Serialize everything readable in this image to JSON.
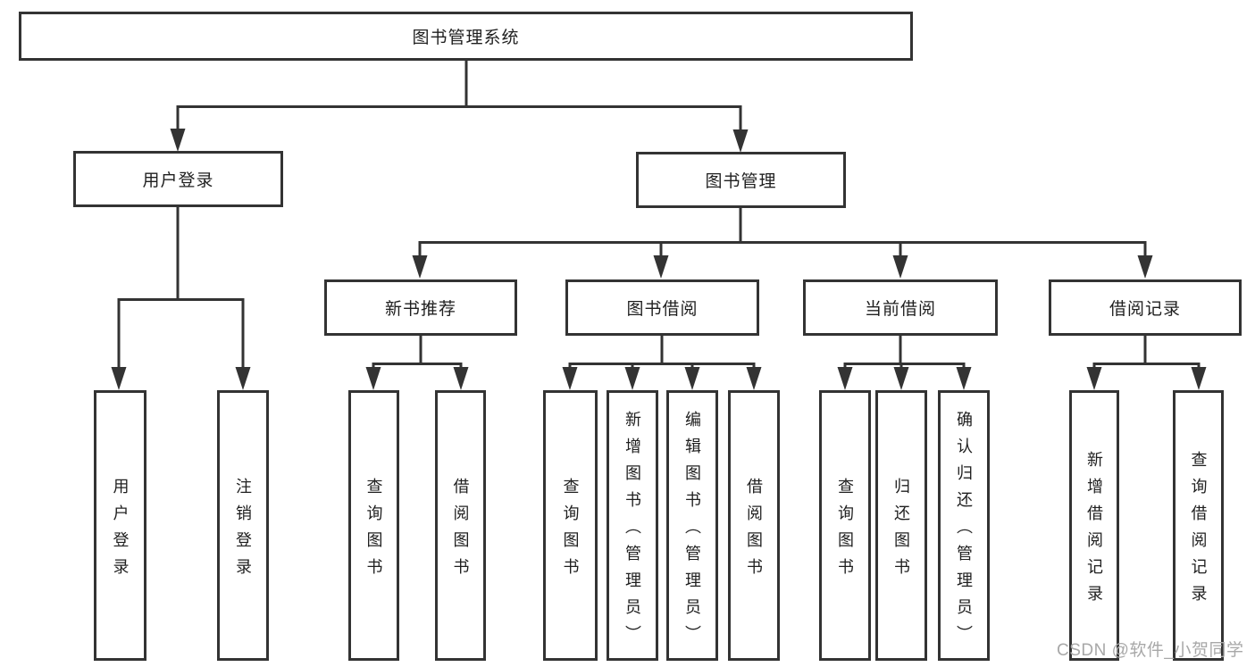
{
  "tree": {
    "root": {
      "label": "图书管理系统"
    },
    "branches": [
      {
        "label": "用户登录",
        "leaves": [
          "用户登录",
          "注销登录"
        ]
      },
      {
        "label": "图书管理",
        "groups": [
          {
            "label": "新书推荐",
            "leaves": [
              "查询图书",
              "借阅图书"
            ]
          },
          {
            "label": "图书借阅",
            "leaves": [
              "查询图书",
              "新增图书（管理员）",
              "编辑图书（管理员）",
              "借阅图书"
            ]
          },
          {
            "label": "当前借阅",
            "leaves": [
              "查询图书",
              "归还图书",
              "确认归还（管理员）"
            ]
          },
          {
            "label": "借阅记录",
            "leaves": [
              "新增借阅记录",
              "查询借阅记录"
            ]
          }
        ]
      }
    ]
  },
  "watermark": {
    "text": "CSDN @软件_小贺同学"
  },
  "colors": {
    "line": "#333333",
    "text": "#1f1f1f",
    "watermark": "#a8a8a8",
    "background": "#ffffff"
  }
}
